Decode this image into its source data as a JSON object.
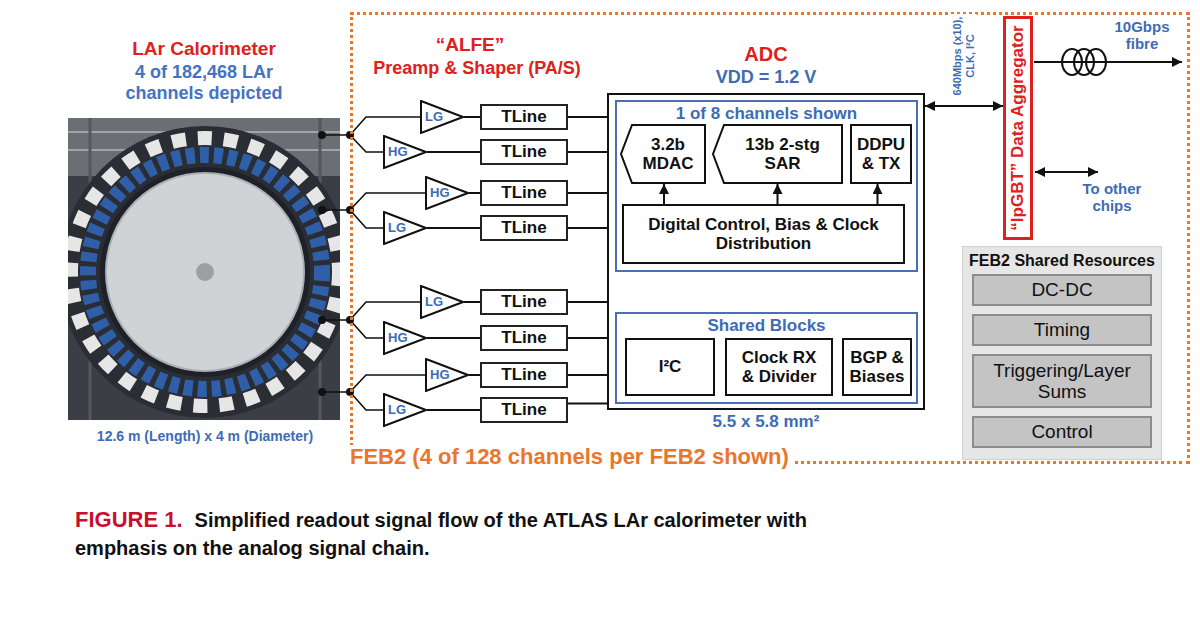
{
  "diagram": {
    "caption": "Simplified readout signal flow of the ATLAS LAr calorimeter with emphasis on the analog signal chain.",
    "nodes": [
      {
        "text": [
          "FEB2 (4 of 128 channels per FEB2 shown)"
        ]
      },
      {
        "text": [
          "LG"
        ],
        "in": 0
      },
      {
        "text": [
          "HG"
        ],
        "in": 0
      },
      {
        "text": [
          "HG"
        ],
        "in": 0
      },
      {
        "text": [
          "LG"
        ],
        "in": 0
      },
      {
        "text": [
          "LG"
        ],
        "in": 0
      },
      {
        "text": [
          "HG"
        ],
        "in": 0
      },
      {
        "text": [
          "HG"
        ],
        "in": 0
      },
      {
        "text": [
          "LG"
        ],
        "in": 0
      },
      {
        "text": [
          "TLine"
        ],
        "in": 0
      },
      {
        "text": [
          "TLine"
        ],
        "in": 0
      },
      {
        "text": [
          "TLine"
        ],
        "in": 0
      },
      {
        "text": [
          "TLine"
        ],
        "in": 0
      },
      {
        "text": [
          "TLine"
        ],
        "in": 0
      },
      {
        "text": [
          "TLine"
        ],
        "in": 0
      },
      {
        "text": [
          "TLine"
        ],
        "in": 0
      },
      {
        "text": [
          "TLine"
        ],
        "in": 0
      },
      {
        "text": [
          "ADC",
          "VDD = 1.2 V",
          "5.5 x 5.8 mm²"
        ],
        "in": 0
      },
      {
        "text": [
          "1 of 8 channels shown"
        ],
        "in": 17
      },
      {
        "text": [
          "3.2b MDAC"
        ],
        "in": 18
      },
      {
        "text": [
          "13b 2-stg SAR"
        ],
        "in": 18
      },
      {
        "text": [
          "DDPU & TX"
        ],
        "in": 18
      },
      {
        "text": [
          "Digital Control, Bias & Clock Distribution"
        ],
        "in": 18
      },
      {
        "text": [
          "Shared Blocks"
        ],
        "in": 17
      },
      {
        "text": [
          "I²C"
        ],
        "in": 23
      },
      {
        "text": [
          "Clock RX & Divider"
        ],
        "in": 23
      },
      {
        "text": [
          "BGP & Biases"
        ],
        "in": 23
      },
      {
        "text": [
          "“lpGBT” Data Aggregator"
        ],
        "in": 0
      },
      {
        "text": [
          "FEB2 Shared Resources"
        ],
        "in": 0
      },
      {
        "text": [
          "DC-DC"
        ],
        "in": 28
      },
      {
        "text": [
          "Timing"
        ],
        "in": 28
      },
      {
        "text": [
          "Triggering/Layer Sums"
        ],
        "in": 28
      },
      {
        "text": [
          "Control"
        ],
        "in": 28
      }
    ],
    "edges": [
      {
        "from": 1,
        "to": 9,
        "arrow": "none"
      },
      {
        "from": 2,
        "to": 10,
        "arrow": "none"
      },
      {
        "from": 3,
        "to": 11,
        "arrow": "none"
      },
      {
        "from": 4,
        "to": 12,
        "arrow": "none"
      },
      {
        "from": 5,
        "to": 13,
        "arrow": "none"
      },
      {
        "from": 6,
        "to": 14,
        "arrow": "none"
      },
      {
        "from": 7,
        "to": 15,
        "arrow": "none"
      },
      {
        "from": 8,
        "to": 16,
        "arrow": "none"
      },
      {
        "from": 9,
        "to": 17,
        "arrow": "none"
      },
      {
        "from": 10,
        "to": 17,
        "arrow": "none"
      },
      {
        "from": 11,
        "to": 17,
        "arrow": "none"
      },
      {
        "from": 12,
        "to": 17,
        "arrow": "none"
      },
      {
        "from": 13,
        "to": 17,
        "arrow": "none"
      },
      {
        "from": 14,
        "to": 17,
        "arrow": "none"
      },
      {
        "from": 15,
        "to": 17,
        "arrow": "none"
      },
      {
        "from": 16,
        "to": 17,
        "arrow": "none"
      },
      {
        "from": 22,
        "to": 19,
        "arrow": "to"
      },
      {
        "from": 22,
        "to": 20,
        "arrow": "to"
      },
      {
        "from": 22,
        "to": 21,
        "arrow": "to"
      },
      {
        "from": 17,
        "to": 27,
        "arrow": "both",
        "label": "640Mbps (x10), CLK, I²C"
      }
    ],
    "labels": [
      "LAr Calorimeter",
      "4 of 182,468 LAr channels depicted",
      "12.6 m (Length) x 4 m (Diameter)",
      "“ALFE”",
      "Preamp & Shaper (PA/S)",
      "10Gbps fibre",
      "To other chips",
      "FIGURE 1."
    ]
  }
}
